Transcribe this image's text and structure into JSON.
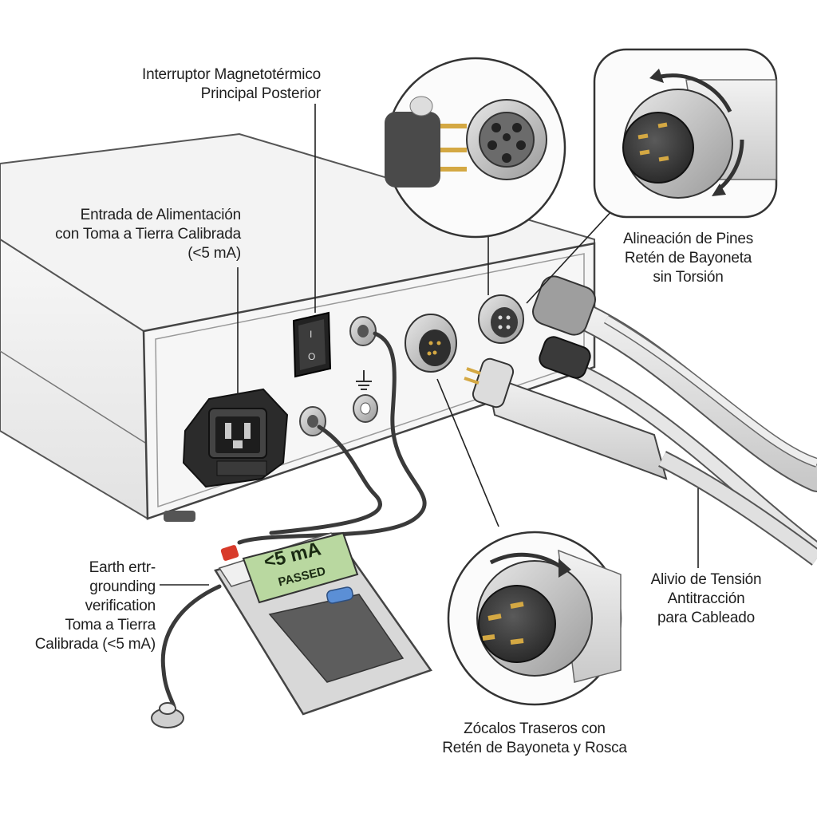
{
  "labels": {
    "breaker": [
      "Interruptor Magnetotérmico",
      "Principal Posterior"
    ],
    "power_inlet": [
      "Entrada de Alimentación",
      "con Toma a Tierra Calibrada",
      "(<5 mA)"
    ],
    "pin_alignment": [
      "Alineación de Pines",
      "Retén de Bayoneta",
      "sin Torsión"
    ],
    "strain_relief": [
      "Alivio de Tensión",
      "Antitracción",
      "para Cableado"
    ],
    "earth_verification": [
      "Earth ertr-",
      "grounding",
      "verification",
      "Toma a Tierra",
      "Calibrada (<5 mA)"
    ],
    "rear_sockets": [
      "Zócalos Traseros con",
      "Retén de Bayoneta y Rosca"
    ]
  },
  "meter": {
    "reading": "<5 mA",
    "status": "PASSED"
  },
  "switch": {
    "on_symbol": "I",
    "off_symbol": "O"
  },
  "colors": {
    "meter_screen": "#b9d8a0",
    "meter_button": "#5b8fd6",
    "probe_red": "#d83a2a",
    "switch_red": "#c0392b"
  }
}
